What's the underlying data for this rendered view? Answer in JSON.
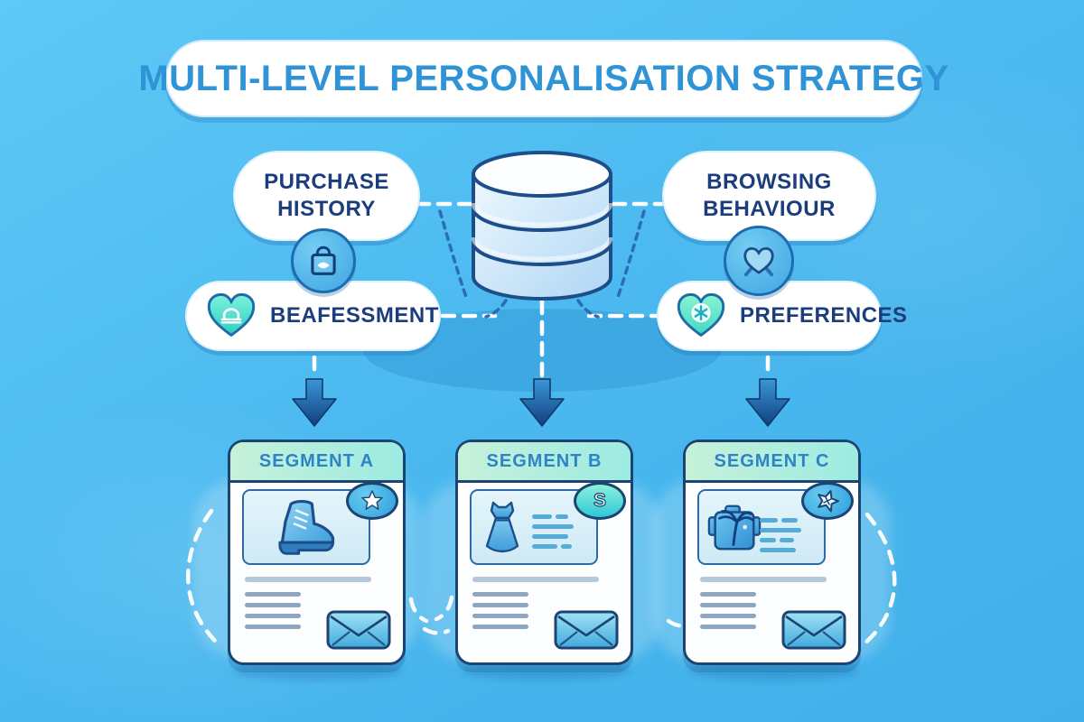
{
  "title": "MULTI-LEVEL PERSONALISATION STRATEGY",
  "pills": {
    "purchase_history": {
      "line1": "PURCHASE",
      "line2": "HISTORY"
    },
    "browsing_behaviour": {
      "line1": "BROWSING",
      "line2": "BEHAVIOUR"
    },
    "beafessment": {
      "label": "BEAFESSMENT"
    },
    "preferences": {
      "label": "PREFERENCES"
    }
  },
  "segments": [
    {
      "label": "SEGMENT A",
      "product": "boot-shoe",
      "badge": "star",
      "badge_glyph": "★"
    },
    {
      "label": "SEGMENT B",
      "product": "dress",
      "badge": "letter-s",
      "badge_text": "S"
    },
    {
      "label": "SEGMENT C",
      "product": "tropical-shirt-palm",
      "badge": "starfish"
    }
  ],
  "icons": {
    "center": "database-icon",
    "purchase_circle": "shopping-bag-icon",
    "browsing_circle": "heart-x-icon",
    "beafessment_heart": "heart-bed-icon",
    "preferences_heart": "heart-snowflake-icon",
    "card_mail": "envelope-icon",
    "flow": "down-arrow-icon"
  },
  "colors": {
    "background": "#4cbaf0",
    "title_text": "#2f93d6",
    "pill_text": "#1c3d7d",
    "segment_header_text": "#2e83c8",
    "card_border": "#1d4470",
    "mint_from": "#c6f1d9",
    "mint_to": "#9debe2",
    "accent_blue": "#3fa8e0",
    "heart_teal": "#2ecfc0",
    "arrow_navy": "#123f7e"
  }
}
